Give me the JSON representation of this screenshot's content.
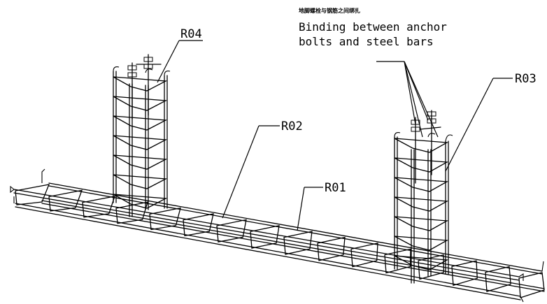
{
  "title_cn": "地脚螺栓与钢筋之间绑扎",
  "note_line1": "Binding between anchor",
  "note_line2": "bolts and steel bars",
  "labels": {
    "r01": "R01",
    "r02": "R02",
    "r03": "R03",
    "r04": "R04"
  },
  "colors": {
    "line": "#000000",
    "background": "#ffffff"
  }
}
